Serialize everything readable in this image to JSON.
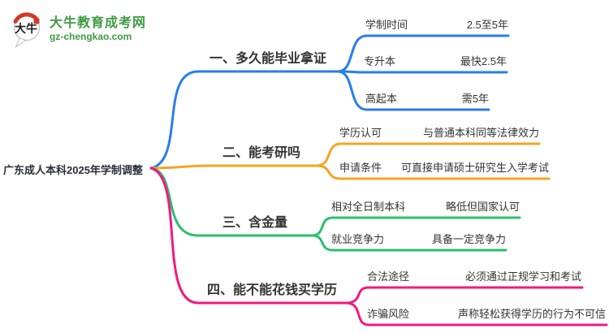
{
  "site": {
    "logo": {
      "icon_text": "大牛",
      "title": "大牛教育成考网",
      "subtitle": "gz-chengkao.com",
      "brand_green": "#3e9b40",
      "brand_red": "#cf3a2b"
    }
  },
  "mindmap": {
    "root": {
      "label": "广东成人本科2025年学制调整",
      "text_color": "#2b2e3a"
    },
    "branches": [
      {
        "label": "一、多久能毕业拿证",
        "color": "#2b7de9",
        "children": [
          {
            "label": "学制时间",
            "value": "2.5至5年"
          },
          {
            "label": "专升本",
            "value": "最快2.5年"
          },
          {
            "label": "高起本",
            "value": "需5年"
          }
        ]
      },
      {
        "label": "二、能考研吗",
        "color": "#f5a623",
        "children": [
          {
            "label": "学历认可",
            "value": "与普通本科同等法律效力"
          },
          {
            "label": "申请条件",
            "value": "可直接申请硕士研究生入学考试"
          }
        ]
      },
      {
        "label": "三、含金量",
        "color": "#2abf6e",
        "children": [
          {
            "label": "相对全日制本科",
            "value": "略低但国家认可"
          },
          {
            "label": "就业竞争力",
            "value": "具备一定竞争力"
          }
        ]
      },
      {
        "label": "四、能不能花钱买学历",
        "color": "#f2197e",
        "children": [
          {
            "label": "合法途径",
            "value": "必须通过正规学习和考试"
          },
          {
            "label": "诈骗风险",
            "value": "声称轻松获得学历的行为不可信"
          }
        ]
      }
    ]
  }
}
